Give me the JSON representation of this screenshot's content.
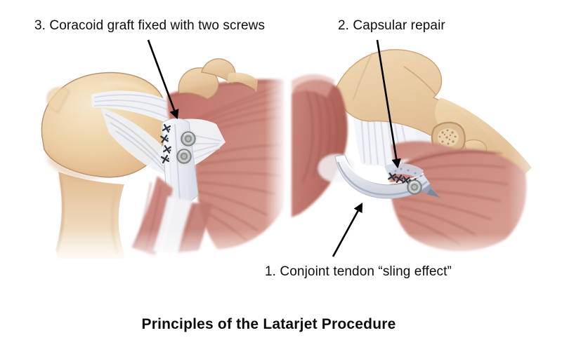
{
  "figure": {
    "title": "Principles of the Latarjet Procedure",
    "labels": {
      "coracoid_graft": "3. Coracoid graft fixed with two screws",
      "capsular_repair": "2. Capsular repair",
      "conjoint_tendon": "1. Conjoint tendon “sling effect”"
    },
    "colors": {
      "background": "#ffffff",
      "label_text": "#0d0d0d",
      "arrow": "#000000",
      "bone": "#e4c096",
      "bone_outline": "#bf9a72",
      "cancellous_bone": "#d9b88e",
      "muscle": "#c27a6f",
      "muscle_streak": "#a2584e",
      "tendon_white": "#f4f5f9",
      "tendon_shadow": "#c3c9d6",
      "screw_metal": "#9ba2a1",
      "suture_thread": "#2e3340"
    }
  }
}
